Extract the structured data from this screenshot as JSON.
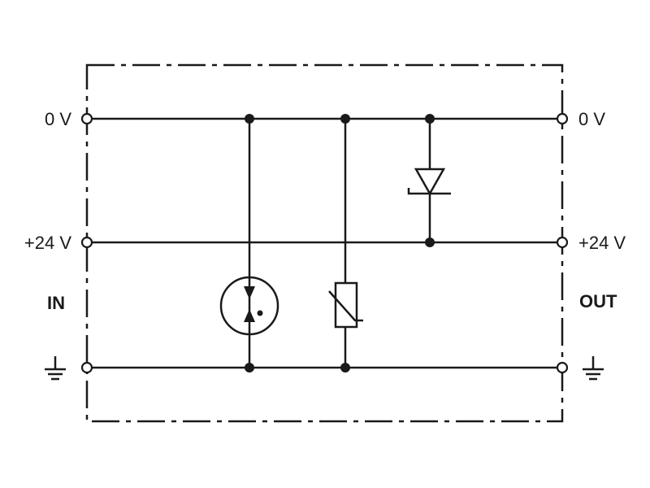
{
  "labels": {
    "in_0v": "0 V",
    "in_24v": "+24 V",
    "in": "IN",
    "out_0v": "0 V",
    "out_24v": "+24 V",
    "out": "OUT"
  },
  "colors": {
    "line": "#1a1a1a",
    "background": "#ffffff"
  },
  "icons": {
    "ground_in": "ground-icon",
    "ground_out": "ground-icon",
    "gas_discharge_tube": "gas-discharge-tube-icon",
    "varistor": "varistor-icon",
    "tvs_diode": "tvs-diode-icon"
  }
}
